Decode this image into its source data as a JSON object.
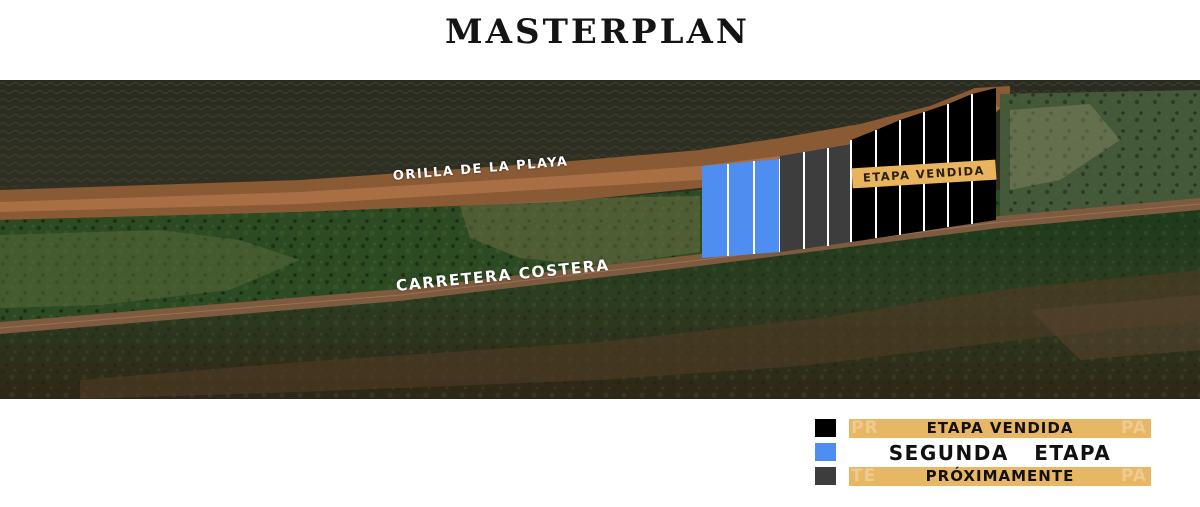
{
  "title": "MASTERPLAN",
  "map": {
    "labels": {
      "beach": "ORILLA DE LA PLAYA",
      "road": "CARRETERA  COSTERA",
      "sold_stage": "ETAPA VENDIDA"
    }
  },
  "colors": {
    "etapa_vendida": "#000000",
    "segunda_etapa": "#4e8ef0",
    "proximamente": "#3d3d3d",
    "label_gold": "#e8b765"
  },
  "lots": {
    "segunda_etapa_count": 3,
    "proximamente_count": 3,
    "etapa_vendida_count": 6
  },
  "legend": [
    {
      "label": "ETAPA VENDIDA",
      "color": "#000000",
      "ghost_left": "PR",
      "ghost_right": "PA"
    },
    {
      "label": "SEGUNDA   ETAPA",
      "color": "#4e8ef0",
      "ghost_left": "",
      "ghost_right": ""
    },
    {
      "label": "PRÓXIMAMENTE",
      "color": "#3d3d3d",
      "ghost_left": "TE",
      "ghost_right": "PA"
    }
  ]
}
